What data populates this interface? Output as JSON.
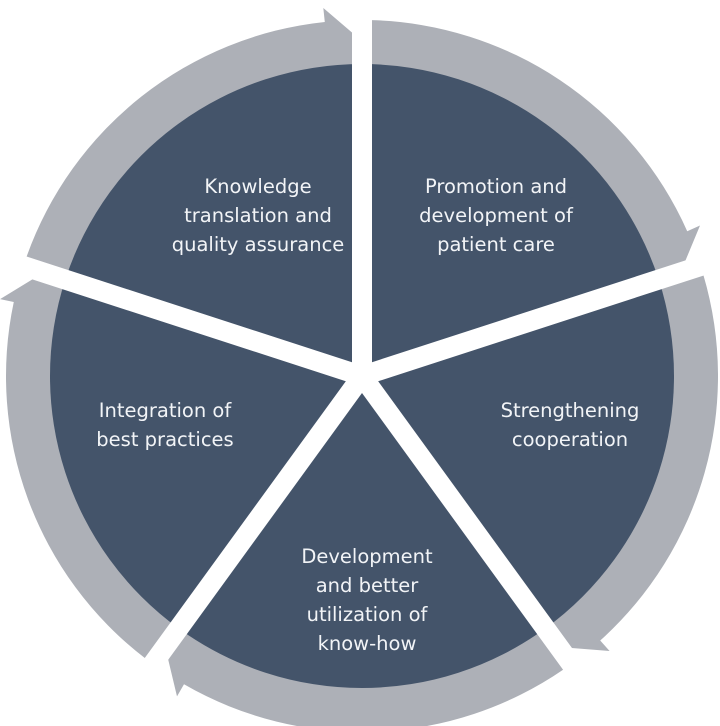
{
  "diagram": {
    "type": "cycle",
    "colors": {
      "segment_fill": "#44546a",
      "ring_arrow": "#adb0b7",
      "background": "#ffffff",
      "label_text": "#f2f4f7"
    },
    "segments": [
      {
        "label": "Knowledge\ntranslation and\nquality assurance"
      },
      {
        "label": "Promotion and\ndevelopment of\npatient care"
      },
      {
        "label": "Strengthening\ncooperation"
      },
      {
        "label": "Development\nand better\nutilization of\nknow-how"
      },
      {
        "label": "Integration of\nbest practices"
      }
    ],
    "flow_direction": "clockwise"
  }
}
